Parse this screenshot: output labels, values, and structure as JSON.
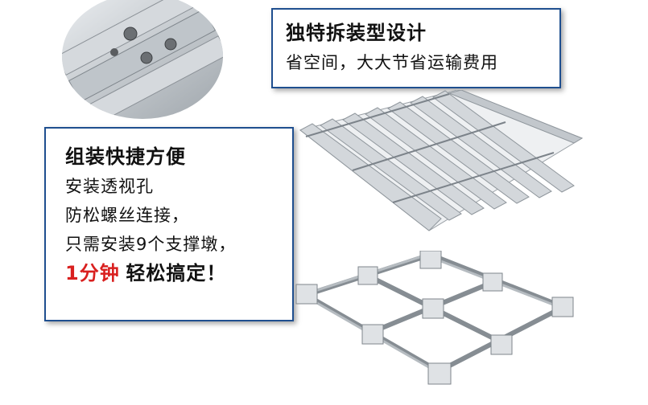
{
  "top_card": {
    "title": "独特拆装型设计",
    "subtitle": "省空间，大大节省运输费用"
  },
  "left_card": {
    "title": "组装快捷方便",
    "lines": [
      "安装透视孔",
      "防松螺丝连接，",
      "只需安装9个支撑墩，"
    ],
    "last_line": {
      "highlight": "1分钟",
      "rest": "轻松搞定！"
    }
  },
  "images": {
    "closeup": "bolt-closeup-image",
    "flat_pallet": "assembled-pallet-image",
    "frame_pallet": "pallet-frame-image"
  },
  "colors": {
    "border": "#1f4f8f",
    "accent": "#d9201f",
    "metal": "#c9ced3"
  }
}
